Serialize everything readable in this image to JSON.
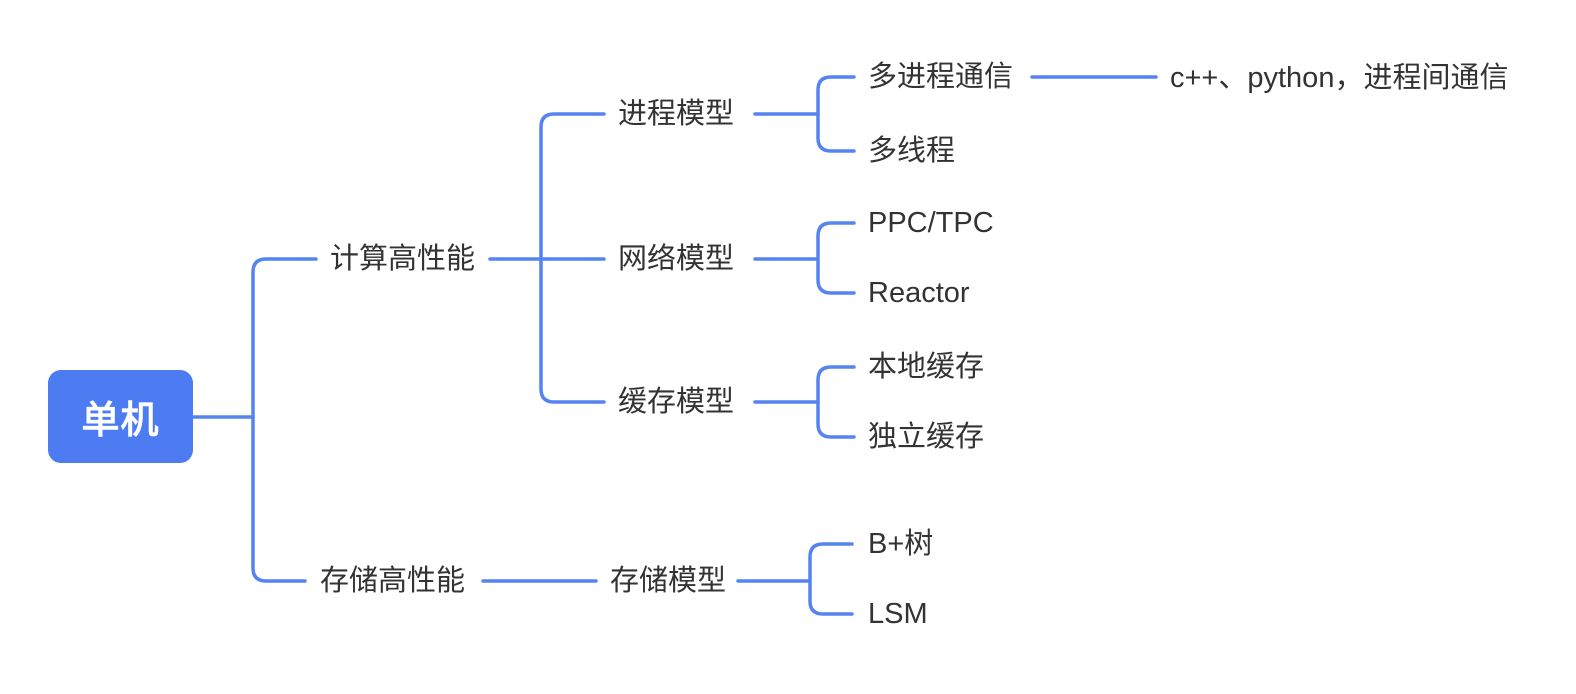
{
  "diagram": {
    "type": "mindmap",
    "root": {
      "label": "单机",
      "children": [
        {
          "label": "计算高性能",
          "children": [
            {
              "label": "进程模型",
              "children": [
                {
                  "label": "多进程通信",
                  "children": [
                    {
                      "label": "c++、python，进程间通信",
                      "children": []
                    }
                  ]
                },
                {
                  "label": "多线程",
                  "children": []
                }
              ]
            },
            {
              "label": "网络模型",
              "children": [
                {
                  "label": "PPC/TPC",
                  "children": []
                },
                {
                  "label": "Reactor",
                  "children": []
                }
              ]
            },
            {
              "label": "缓存模型",
              "children": [
                {
                  "label": "本地缓存",
                  "children": []
                },
                {
                  "label": "独立缓存",
                  "children": []
                }
              ]
            }
          ]
        },
        {
          "label": "存储高性能",
          "children": [
            {
              "label": "存储模型",
              "children": [
                {
                  "label": "B+树",
                  "children": []
                },
                {
                  "label": "LSM",
                  "children": []
                }
              ]
            }
          ]
        }
      ]
    }
  },
  "colors": {
    "accent": "#4D7CF2",
    "connector": "#5584F0",
    "node_text": "#333333",
    "root_text": "#FFFFFF",
    "canvas_bg": "#FFFFFF"
  }
}
